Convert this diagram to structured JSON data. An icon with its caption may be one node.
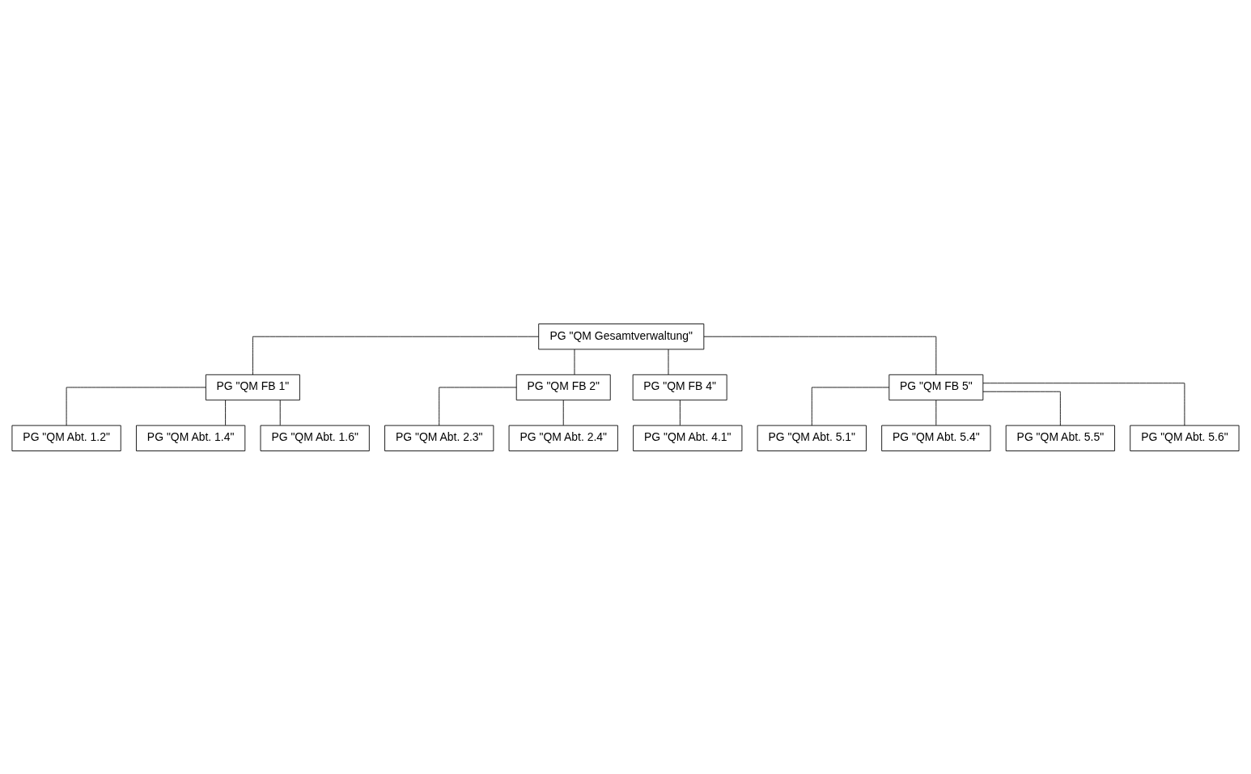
{
  "diagram": {
    "nodes": [
      {
        "text": [
          "PG \"QM Gesamtverwaltung\""
        ]
      },
      {
        "text": [
          "PG \"QM FB 1\""
        ]
      },
      {
        "text": [
          "PG \"QM Abt. 1.2\""
        ]
      },
      {
        "text": [
          "PG \"QM Abt. 1.4\""
        ]
      },
      {
        "text": [
          "PG \"QM Abt. 1.6\""
        ]
      },
      {
        "text": [
          "PG \"QM FB 2\""
        ]
      },
      {
        "text": [
          "PG \"QM Abt. 2.3\""
        ]
      },
      {
        "text": [
          "PG \"QM Abt. 2.4\""
        ]
      },
      {
        "text": [
          "PG \"QM FB 4\""
        ]
      },
      {
        "text": [
          "PG \"QM Abt. 4.1\""
        ]
      },
      {
        "text": [
          "PG \"QM FB 5\""
        ]
      },
      {
        "text": [
          "PG \"QM Abt. 5.1\""
        ]
      },
      {
        "text": [
          "PG \"QM Abt. 5.4\""
        ]
      },
      {
        "text": [
          "PG \"QM Abt. 5.5\""
        ]
      },
      {
        "text": [
          "PG \"QM Abt. 5.6\""
        ]
      }
    ],
    "edges": [
      {
        "from": 0,
        "to": 1,
        "arrow": "none"
      },
      {
        "from": 0,
        "to": 5,
        "arrow": "none"
      },
      {
        "from": 0,
        "to": 8,
        "arrow": "none"
      },
      {
        "from": 0,
        "to": 10,
        "arrow": "none"
      },
      {
        "from": 1,
        "to": 2,
        "arrow": "none"
      },
      {
        "from": 1,
        "to": 3,
        "arrow": "none"
      },
      {
        "from": 1,
        "to": 4,
        "arrow": "none"
      },
      {
        "from": 5,
        "to": 6,
        "arrow": "none"
      },
      {
        "from": 5,
        "to": 7,
        "arrow": "none"
      },
      {
        "from": 8,
        "to": 9,
        "arrow": "none"
      },
      {
        "from": 10,
        "to": 11,
        "arrow": "none"
      },
      {
        "from": 10,
        "to": 12,
        "arrow": "none"
      },
      {
        "from": 10,
        "to": 13,
        "arrow": "none"
      },
      {
        "from": 10,
        "to": 14,
        "arrow": "none"
      }
    ]
  }
}
